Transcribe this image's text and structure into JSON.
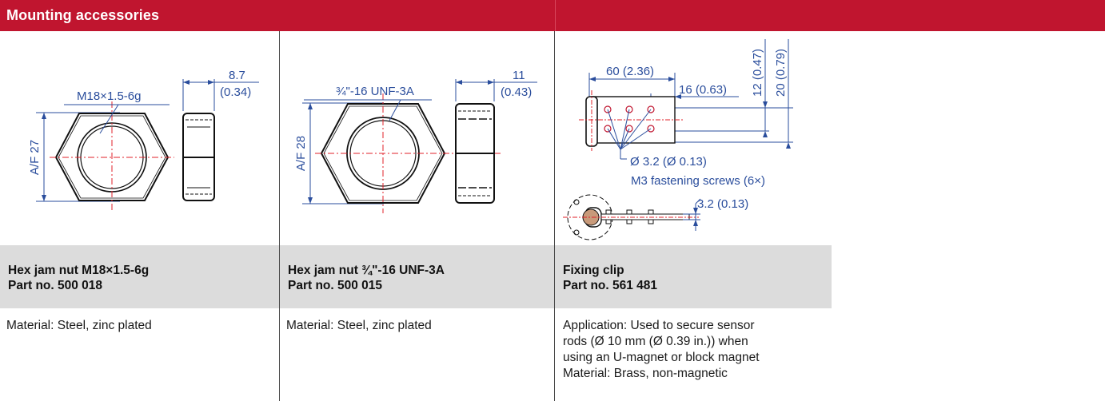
{
  "header": {
    "title": "Mounting accessories"
  },
  "products": [
    {
      "name": "Hex jam nut M18×1.5-6g",
      "part": "Part no. 500 018",
      "description": [
        "Material: Steel, zinc plated"
      ],
      "dims": {
        "thread": "M18×1.5-6g",
        "width": "8.7",
        "width_in": "(0.34)",
        "af": "A/F 27"
      }
    },
    {
      "name": "Hex jam nut ¾\"-16 UNF-3A",
      "part": "Part no. 500 015",
      "description": [
        "Material: Steel, zinc plated"
      ],
      "dims": {
        "thread": "¾\"-16 UNF-3A",
        "width": "11",
        "width_in": "(0.43)",
        "af": "A/F 28"
      }
    },
    {
      "name": "Fixing clip",
      "part": "Part no. 561 481",
      "description": [
        "Application: Used to secure sensor",
        "rods (Ø 10 mm (Ø 0.39 in.)) when",
        "using an U-magnet or block magnet",
        "Material: Brass, non-magnetic"
      ],
      "dims": {
        "length": "60 (2.36)",
        "offset": "16 (0.63)",
        "height_a": "12 (0.47)",
        "height_b": "20 (0.79)",
        "hole": "Ø 3.2 (Ø 0.13)",
        "screws": "M3 fastening screws (6×)",
        "thickness": "3.2 (0.13)"
      }
    }
  ]
}
